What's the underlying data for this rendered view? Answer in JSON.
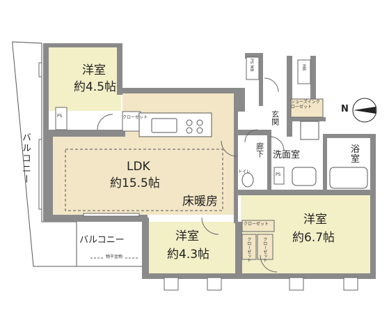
{
  "rooms": {
    "bedroom_nw": {
      "name": "洋室",
      "size": "約4.5帖"
    },
    "ldk": {
      "name": "LDK",
      "size": "約15.5帖",
      "floor_heating": "床暖房"
    },
    "bedroom_s": {
      "name": "洋室",
      "size": "約4.3帖"
    },
    "bedroom_e": {
      "name": "洋室",
      "size": "約6.7帖"
    },
    "bath": "浴室",
    "washroom": "洗面室",
    "entrance": "玄関",
    "hallway": "廊下",
    "toilet": "トイレ"
  },
  "storage": {
    "closet_nw": "クローゼット",
    "shoes_in_closet": "シューズインクローゼット",
    "closet_e": "クローゼット",
    "closet_s1": "クローゼット",
    "closet_s2": "クローゼット"
  },
  "shafts": {
    "ps_left": "PS",
    "ps_mb": "PS MB",
    "mb": "MB",
    "ps_center": "PS"
  },
  "balcony_west": "バルコニー",
  "balcony_south": "バルコニー",
  "drying_rack": "物干金物",
  "compass": "N"
}
